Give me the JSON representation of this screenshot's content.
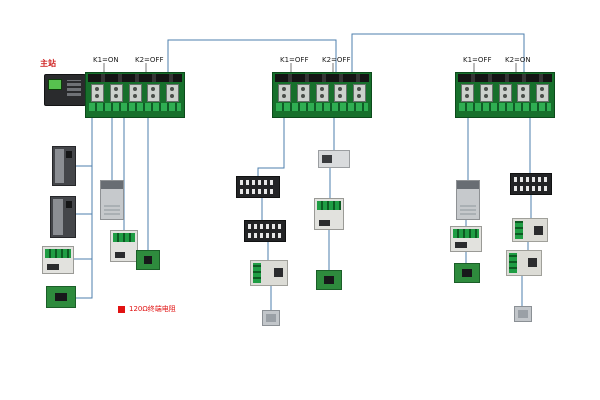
{
  "diagram": {
    "master_label": "主站",
    "hubs": [
      {
        "k1": "K1=ON",
        "k2": "K2=OFF"
      },
      {
        "k1": "K1=OFF",
        "k2": "K2=OFF"
      },
      {
        "k1": "K1=OFF",
        "k2": "K2=ON"
      }
    ],
    "legend": {
      "text": "120Ω终端电阻"
    },
    "colors": {
      "wire": "#4e7fae",
      "hub_green": "#17702c",
      "legend_red": "#e11212",
      "master_label_red": "#cf2020"
    }
  }
}
